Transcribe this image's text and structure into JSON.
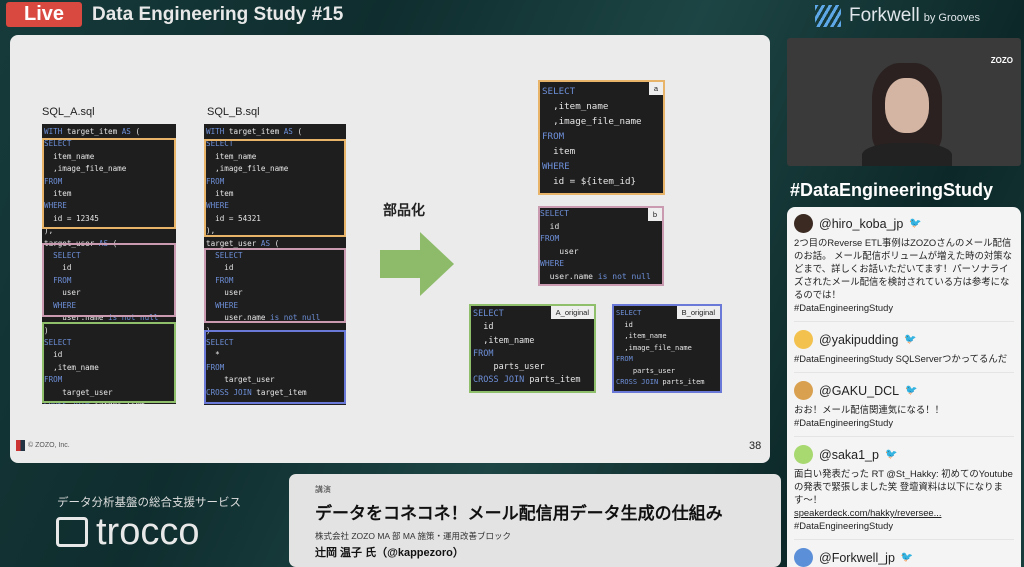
{
  "header": {
    "live": "Live",
    "event_title": "Data Engineering Study #15",
    "sponsor": "Forkwell",
    "sponsor_by": "by Grooves"
  },
  "slide": {
    "sql_a_label": "SQL_A.sql",
    "sql_b_label": "SQL_B.sql",
    "transform_label": "部品化",
    "page_number": "38",
    "copyright": "© ZOZO, Inc.",
    "blocks": [
      {
        "name": "sql-a-code",
        "lines": [
          "WITH target_item AS (",
          "SELECT",
          "  item_name",
          "  ,image_file_name",
          "FROM",
          "  item",
          "WHERE",
          "  id = 12345",
          "),",
          "target_user AS (",
          "  SELECT",
          "    id",
          "  FROM",
          "    user",
          "  WHERE",
          "    user.name is not null",
          ")",
          "SELECT",
          "  id",
          "  ,item_name",
          "FROM",
          "    target_user",
          "CROSS JOIN target_item"
        ]
      },
      {
        "name": "sql-b-code",
        "lines": [
          "WITH target_item AS (",
          "SELECT",
          "  item_name",
          "  ,image_file_name",
          "FROM",
          "  item",
          "WHERE",
          "  id = 54321",
          "),",
          "target_user AS (",
          "  SELECT",
          "    id",
          "  FROM",
          "    user",
          "  WHERE",
          "    user.name is not null",
          ")",
          "SELECT",
          "  *",
          "FROM",
          "    target_user",
          "CROSS JOIN target_item"
        ]
      },
      {
        "name": "part-a-code",
        "tag": "a",
        "lines": [
          "SELECT",
          "  ,item_name",
          "  ,image_file_name",
          "FROM",
          "  item",
          "WHERE",
          "  id = ${item_id}"
        ]
      },
      {
        "name": "part-b-code",
        "tag": "b",
        "lines": [
          "SELECT",
          "  id",
          "FROM",
          "    user",
          "WHERE",
          "  user.name is not null"
        ]
      },
      {
        "name": "a-original-code",
        "tag": "A_original",
        "lines": [
          "SELECT",
          "  id",
          "  ,item_name",
          "FROM",
          "    parts_user",
          "CROSS JOIN parts_item"
        ]
      },
      {
        "name": "b-original-code",
        "tag": "B_original",
        "lines": [
          "SELECT",
          "  id",
          "  ,item_name",
          "  ,image_file_name",
          "FROM",
          "    parts_user",
          "CROSS JOIN parts_item"
        ]
      }
    ]
  },
  "colors": {
    "orange": "#e8b46a",
    "pink": "#c99ab0",
    "green": "#8fbf6a",
    "blue": "#6a78d8",
    "arrow": "#8dbb6a",
    "keyword": "#6d8fd8"
  },
  "sidebar": {
    "hashtag": "#DataEngineeringStudy",
    "camera_logo": "ZOZO",
    "tweets": [
      {
        "user": "@hiro_koba_jp",
        "text": "2つ目のReverse ETL事例はZOZOさんのメール配信のお話。 メール配信ボリュームが増えた時の対策などまで、詳しくお話いただいてます！パーソナライズされたメール配信を検討されている方は参考になるのでは！",
        "tag": "#DataEngineeringStudy"
      },
      {
        "user": "@yakipudding",
        "text": "#DataEngineeringStudy SQLServerつかってるんだ"
      },
      {
        "user": "@GAKU_DCL",
        "text": "おお！メール配信関連気になる！！",
        "tag": "#DataEngineeringStudy"
      },
      {
        "user": "@saka1_p",
        "text": "面白い発表だった RT @St_Hakky: 初めてのYoutubeの発表で緊張しました笑 登壇資料は以下になります〜！",
        "link": "speakerdeck.com/hakky/reversee...",
        "tag": "#DataEngineeringStudy"
      },
      {
        "user": "@Forkwell_jp"
      }
    ]
  },
  "sponsor_banner": {
    "subtitle": "データ分析基盤の総合支援サービス",
    "name": "trocco"
  },
  "lower_third": {
    "kind": "講演",
    "title": "データをコネコネ！メール配信用データ生成の仕組み",
    "org": "株式会社 ZOZO MA 部 MA 施策・運用改善ブロック",
    "speaker": "辻岡 温子 氏（@kappezoro）"
  }
}
